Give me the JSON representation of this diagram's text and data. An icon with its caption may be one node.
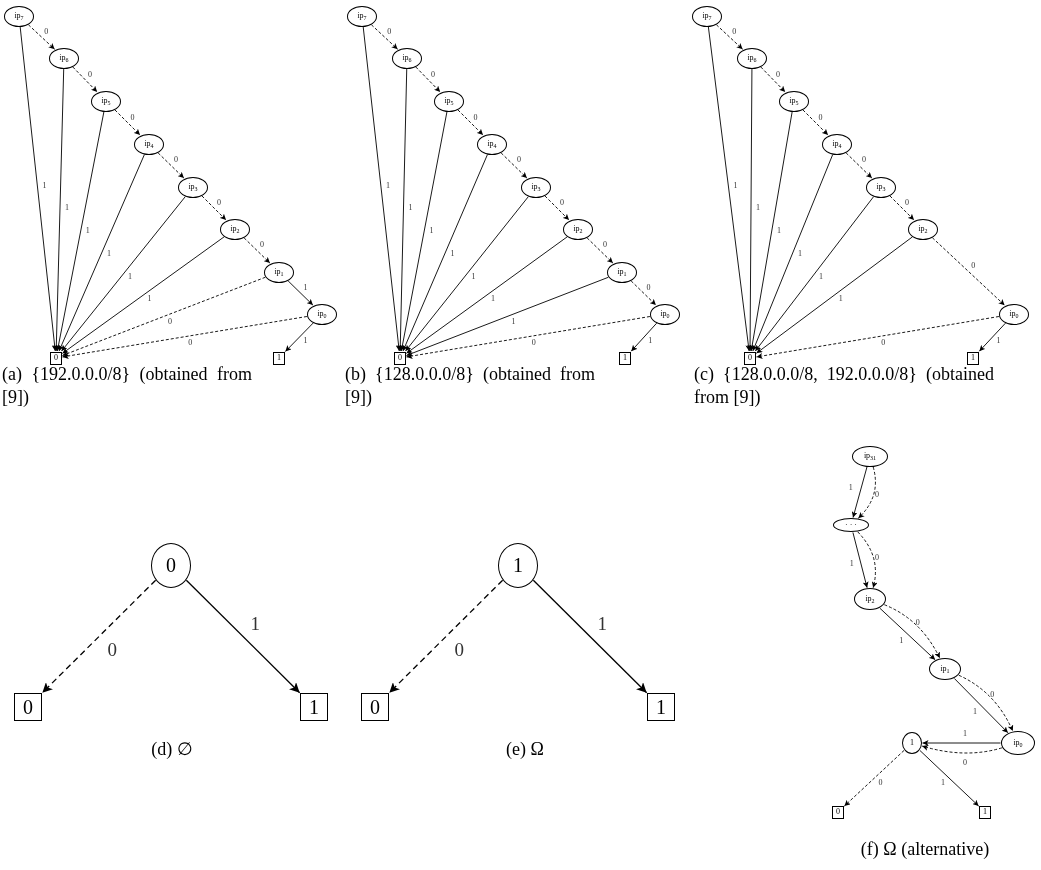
{
  "diagram": {
    "nodes": [
      {
        "text": [
          "ip$_{7}$"
        ]
      },
      {
        "text": [
          "ip$_{6}$"
        ]
      },
      {
        "text": [
          "ip$_{5}$"
        ]
      },
      {
        "text": [
          "ip$_{4}$"
        ]
      },
      {
        "text": [
          "ip$_{3}$"
        ]
      },
      {
        "text": [
          "ip$_{2}$"
        ]
      },
      {
        "text": [
          "ip$_{1}$"
        ]
      },
      {
        "text": [
          "ip$_{0}$"
        ]
      },
      {
        "text": [
          "0"
        ]
      },
      {
        "text": [
          "1"
        ]
      },
      {
        "text": [
          "ip$_{7}$"
        ]
      },
      {
        "text": [
          "ip$_{6}$"
        ]
      },
      {
        "text": [
          "ip$_{5}$"
        ]
      },
      {
        "text": [
          "ip$_{4}$"
        ]
      },
      {
        "text": [
          "ip$_{3}$"
        ]
      },
      {
        "text": [
          "ip$_{2}$"
        ]
      },
      {
        "text": [
          "ip$_{1}$"
        ]
      },
      {
        "text": [
          "ip$_{0}$"
        ]
      },
      {
        "text": [
          "0"
        ]
      },
      {
        "text": [
          "1"
        ]
      },
      {
        "text": [
          "ip$_{7}$"
        ]
      },
      {
        "text": [
          "ip$_{6}$"
        ]
      },
      {
        "text": [
          "ip$_{5}$"
        ]
      },
      {
        "text": [
          "ip$_{4}$"
        ]
      },
      {
        "text": [
          "ip$_{3}$"
        ]
      },
      {
        "text": [
          "ip$_{2}$"
        ]
      },
      {
        "text": [
          "ip$_{0}$"
        ]
      },
      {
        "text": [
          "0"
        ]
      },
      {
        "text": [
          "1"
        ]
      },
      {
        "text": [
          "0"
        ]
      },
      {
        "text": [
          "0"
        ]
      },
      {
        "text": [
          "1"
        ]
      },
      {
        "text": [
          "1"
        ]
      },
      {
        "text": [
          "0"
        ]
      },
      {
        "text": [
          "1"
        ]
      },
      {
        "text": [
          "ip$_{31}$"
        ]
      },
      {
        "text": [
          "· · ·"
        ]
      },
      {
        "text": [
          "ip$_{2}$"
        ]
      },
      {
        "text": [
          "ip$_{1}$"
        ]
      },
      {
        "text": [
          "ip$_{0}$"
        ]
      },
      {
        "text": [
          "1"
        ]
      },
      {
        "text": [
          "0"
        ]
      },
      {
        "text": [
          "1"
        ]
      }
    ],
    "edges": [
      {
        "from": 0,
        "to": 1,
        "arrow": "to",
        "style": "dashed",
        "label": "0"
      },
      {
        "from": 1,
        "to": 2,
        "arrow": "to",
        "style": "dashed",
        "label": "0"
      },
      {
        "from": 2,
        "to": 3,
        "arrow": "to",
        "style": "dashed",
        "label": "0"
      },
      {
        "from": 3,
        "to": 4,
        "arrow": "to",
        "style": "dashed",
        "label": "0"
      },
      {
        "from": 4,
        "to": 5,
        "arrow": "to",
        "style": "dashed",
        "label": "0"
      },
      {
        "from": 5,
        "to": 6,
        "arrow": "to",
        "style": "dashed",
        "label": "0"
      },
      {
        "from": 6,
        "to": 7,
        "arrow": "to",
        "label": "1"
      },
      {
        "from": 0,
        "to": 8,
        "arrow": "to",
        "label": "1"
      },
      {
        "from": 1,
        "to": 8,
        "arrow": "to",
        "label": "1"
      },
      {
        "from": 2,
        "to": 8,
        "arrow": "to",
        "label": "1"
      },
      {
        "from": 3,
        "to": 8,
        "arrow": "to",
        "label": "1"
      },
      {
        "from": 4,
        "to": 8,
        "arrow": "to",
        "label": "1"
      },
      {
        "from": 5,
        "to": 8,
        "arrow": "to",
        "label": "1"
      },
      {
        "from": 6,
        "to": 8,
        "arrow": "to",
        "style": "dashed",
        "label": "0"
      },
      {
        "from": 7,
        "to": 8,
        "arrow": "to",
        "style": "dashed",
        "label": "0"
      },
      {
        "from": 7,
        "to": 9,
        "arrow": "to",
        "label": "1"
      },
      {
        "from": 10,
        "to": 11,
        "arrow": "to",
        "style": "dashed",
        "label": "0"
      },
      {
        "from": 11,
        "to": 12,
        "arrow": "to",
        "style": "dashed",
        "label": "0"
      },
      {
        "from": 12,
        "to": 13,
        "arrow": "to",
        "style": "dashed",
        "label": "0"
      },
      {
        "from": 13,
        "to": 14,
        "arrow": "to",
        "style": "dashed",
        "label": "0"
      },
      {
        "from": 14,
        "to": 15,
        "arrow": "to",
        "style": "dashed",
        "label": "0"
      },
      {
        "from": 15,
        "to": 16,
        "arrow": "to",
        "style": "dashed",
        "label": "0"
      },
      {
        "from": 16,
        "to": 17,
        "arrow": "to",
        "style": "dashed",
        "label": "0"
      },
      {
        "from": 10,
        "to": 18,
        "arrow": "to",
        "label": "1"
      },
      {
        "from": 11,
        "to": 18,
        "arrow": "to",
        "label": "1"
      },
      {
        "from": 12,
        "to": 18,
        "arrow": "to",
        "label": "1"
      },
      {
        "from": 13,
        "to": 18,
        "arrow": "to",
        "label": "1"
      },
      {
        "from": 14,
        "to": 18,
        "arrow": "to",
        "label": "1"
      },
      {
        "from": 15,
        "to": 18,
        "arrow": "to",
        "label": "1"
      },
      {
        "from": 16,
        "to": 18,
        "arrow": "to",
        "label": "1"
      },
      {
        "from": 17,
        "to": 18,
        "arrow": "to",
        "style": "dashed",
        "label": "0"
      },
      {
        "from": 17,
        "to": 19,
        "arrow": "to",
        "label": "1"
      },
      {
        "from": 20,
        "to": 21,
        "arrow": "to",
        "style": "dashed",
        "label": "0"
      },
      {
        "from": 21,
        "to": 22,
        "arrow": "to",
        "style": "dashed",
        "label": "0"
      },
      {
        "from": 22,
        "to": 23,
        "arrow": "to",
        "style": "dashed",
        "label": "0"
      },
      {
        "from": 23,
        "to": 24,
        "arrow": "to",
        "style": "dashed",
        "label": "0"
      },
      {
        "from": 24,
        "to": 25,
        "arrow": "to",
        "style": "dashed",
        "label": "0"
      },
      {
        "from": 25,
        "to": 26,
        "arrow": "to",
        "style": "dashed",
        "label": "0"
      },
      {
        "from": 20,
        "to": 27,
        "arrow": "to",
        "label": "1"
      },
      {
        "from": 21,
        "to": 27,
        "arrow": "to",
        "label": "1"
      },
      {
        "from": 22,
        "to": 27,
        "arrow": "to",
        "label": "1"
      },
      {
        "from": 23,
        "to": 27,
        "arrow": "to",
        "label": "1"
      },
      {
        "from": 24,
        "to": 27,
        "arrow": "to",
        "label": "1"
      },
      {
        "from": 25,
        "to": 27,
        "arrow": "to",
        "label": "1"
      },
      {
        "from": 26,
        "to": 27,
        "arrow": "to",
        "style": "dashed",
        "label": "0"
      },
      {
        "from": 26,
        "to": 28,
        "arrow": "to",
        "label": "1"
      },
      {
        "from": 29,
        "to": 30,
        "arrow": "to",
        "style": "dashed",
        "label": "0"
      },
      {
        "from": 29,
        "to": 31,
        "arrow": "to",
        "label": "1"
      },
      {
        "from": 32,
        "to": 33,
        "arrow": "to",
        "style": "dashed",
        "label": "0"
      },
      {
        "from": 32,
        "to": 34,
        "arrow": "to",
        "label": "1"
      },
      {
        "from": 35,
        "to": 36,
        "arrow": "to",
        "label": "1"
      },
      {
        "from": 35,
        "to": 36,
        "arrow": "to",
        "style": "dashed",
        "label": "0"
      },
      {
        "from": 36,
        "to": 37,
        "arrow": "to",
        "label": "1"
      },
      {
        "from": 36,
        "to": 37,
        "arrow": "to",
        "style": "dashed",
        "label": "0"
      },
      {
        "from": 37,
        "to": 38,
        "arrow": "to",
        "label": "1"
      },
      {
        "from": 37,
        "to": 38,
        "arrow": "to",
        "style": "dashed",
        "label": "0"
      },
      {
        "from": 38,
        "to": 39,
        "arrow": "to",
        "label": "1"
      },
      {
        "from": 38,
        "to": 39,
        "arrow": "to",
        "style": "dashed",
        "label": "0"
      },
      {
        "from": 39,
        "to": 40,
        "arrow": "to",
        "label": "1"
      },
      {
        "from": 39,
        "to": 40,
        "arrow": "to",
        "style": "dashed",
        "label": "0"
      },
      {
        "from": 40,
        "to": 41,
        "arrow": "to",
        "style": "dashed",
        "label": "0"
      },
      {
        "from": 40,
        "to": 42,
        "arrow": "to",
        "label": "1"
      }
    ],
    "labels": [
      "(a) {192.0.0.0/8} (obtained from [9])",
      "(b) {128.0.0.0/8} (obtained from [9])",
      "(c) {128.0.0.0/8, 192.0.0.0/8} (obtained from [9])",
      "(d) ∅",
      "(e) Ω",
      "(f) Ω (alternative)"
    ]
  }
}
